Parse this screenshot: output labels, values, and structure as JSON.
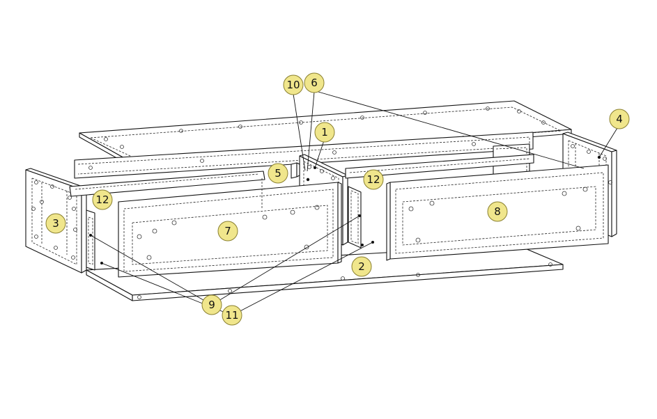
{
  "callouts": [
    {
      "id": "1",
      "label": "1"
    },
    {
      "id": "2",
      "label": "2"
    },
    {
      "id": "3",
      "label": "3"
    },
    {
      "id": "4",
      "label": "4"
    },
    {
      "id": "5",
      "label": "5"
    },
    {
      "id": "6",
      "label": "6"
    },
    {
      "id": "7",
      "label": "7"
    },
    {
      "id": "8",
      "label": "8"
    },
    {
      "id": "9",
      "label": "9"
    },
    {
      "id": "10",
      "label": "10"
    },
    {
      "id": "11",
      "label": "11"
    },
    {
      "id": "12a",
      "label": "12"
    },
    {
      "id": "12b",
      "label": "12"
    }
  ],
  "colors": {
    "callout_fill": "#f0e68c",
    "line": "#111111",
    "background": "#ffffff"
  }
}
